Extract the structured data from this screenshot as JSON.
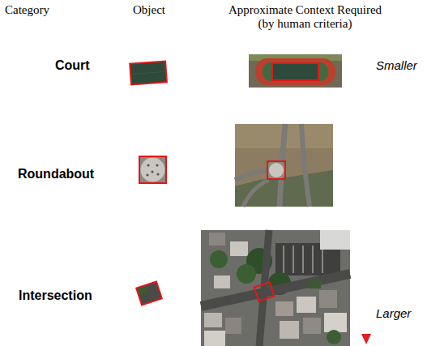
{
  "diagram": {
    "labels": [
      "Category",
      "Object",
      "Approximate Context Required (by human criteria)",
      "Court",
      "Roundabout",
      "Intersection",
      "Smaller",
      "Larger"
    ]
  }
}
